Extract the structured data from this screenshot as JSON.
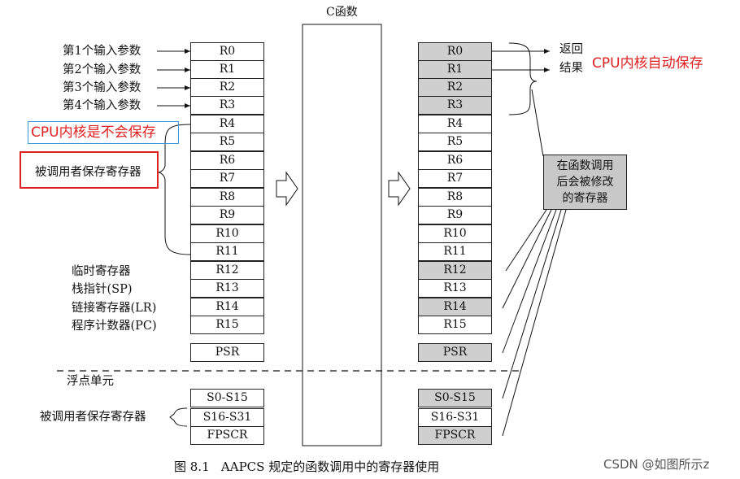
{
  "cfunc_title": "C函数",
  "left_labels": {
    "in1": "第1个输入参数",
    "in2": "第2个输入参数",
    "in3": "第3个输入参数",
    "in4": "第4个输入参数",
    "callee_saved": "被调用者保存寄存器",
    "r12": "临时寄存器",
    "r13": "栈指针(SP)",
    "r14": "链接寄存器(LR)",
    "r15": "程序计数器(PC)",
    "fpu": "浮点单元",
    "fpu_callee_saved": "被调用者保存寄存器"
  },
  "red_notes": {
    "left": "CPU内核是不会保存",
    "right": "CPU内核自动保存"
  },
  "return_label": {
    "line1": "返回",
    "line2": "结果"
  },
  "modified_box": {
    "line1": "在函数调用",
    "line2": "后会被修改",
    "line3": "的寄存器"
  },
  "registers": [
    "R0",
    "R1",
    "R2",
    "R3",
    "R4",
    "R5",
    "R6",
    "R7",
    "R8",
    "R9",
    "R10",
    "R11",
    "R12",
    "R13",
    "R14",
    "R15"
  ],
  "psr": "PSR",
  "fp_registers": [
    "S0-S15",
    "S16-S31",
    "FPSCR"
  ],
  "shaded_after_call": [
    "R0",
    "R1",
    "R2",
    "R3",
    "R12",
    "R14",
    "PSR",
    "S0-S15",
    "FPSCR"
  ],
  "caption": "图 8.1   AAPCS 规定的函数调用中的寄存器使用",
  "watermark": "CSDN @如图所示z",
  "colors": {
    "shade": "#cfcfcf",
    "red_note": "#e02020",
    "frame": "#222222",
    "modified_box": "#c8c8c8"
  }
}
